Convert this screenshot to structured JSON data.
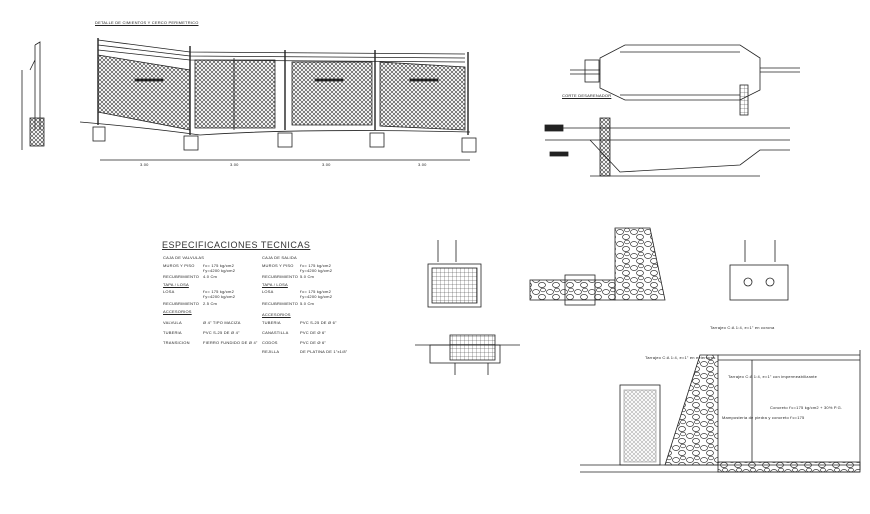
{
  "fence": {
    "title": "DETALLE DE CIMIENTOS Y CERCO PERIMETRICO",
    "dimensions": [
      "3.00",
      "3.00",
      "3.00",
      "3.00"
    ]
  },
  "specs": {
    "title": "ESPECIFICACIONES TECNICAS",
    "left": {
      "heading": "CAJA DE VALVULAS",
      "walls_label": "MUROS Y PISO",
      "walls_value_1": "f'c= 175 kg/cm2",
      "walls_value_2": "f'y=4200 kg/cm2",
      "cover_label": "RECUBRIMIENTO",
      "cover_value": "4.0 Cm",
      "lid_heading": "TAPA / LOSA",
      "lid_label": "LOSA",
      "lid_value_1": "f'c= 175 kg/cm2",
      "lid_value_2": "f'y=4200 kg/cm2",
      "lid_cover_label": "RECUBRIMIENTO",
      "lid_cover_value": "2.5 Cm",
      "acc_heading": "ACCESORIOS",
      "acc": [
        {
          "label": "VALVULA",
          "value": "Ø 4\" TIPO MACIZA"
        },
        {
          "label": "TUBERIA",
          "value": "PVC S-25 DE Ø 4\""
        },
        {
          "label": "TRANSICION",
          "value": "FIERRO FUNDIDO DE Ø 4\""
        }
      ]
    },
    "right": {
      "heading": "CAJA DE SALIDA",
      "walls_label": "MUROS Y PISO",
      "walls_value_1": "f'c= 175 kg/cm2",
      "walls_value_2": "f'y=4200 kg/cm2",
      "cover_label": "RECUBRIMIENTO",
      "cover_value": "5.0 Cm",
      "lid_heading": "TAPA / LOSA",
      "lid_label": "LOSA",
      "lid_value_1": "f'c= 175 kg/cm2",
      "lid_value_2": "f'y=4200 kg/cm2",
      "lid_cover_label": "RECUBRIMIENTO",
      "lid_cover_value": "5.0 Cm",
      "acc_heading": "ACCESORIOS",
      "acc": [
        {
          "label": "TUBERIA",
          "value": "PVC S-25 DE Ø 6\""
        },
        {
          "label": "CANASTILLA",
          "value": "PVC DE Ø 6\""
        },
        {
          "label": "CODOS",
          "value": "PVC DE Ø 6\""
        },
        {
          "label": "REJILLA",
          "value": "DE PLATINA DE 1\"x1/8\""
        }
      ]
    }
  },
  "plan": {
    "section_label": "CORTE DESARENADOR"
  },
  "wall_notes": [
    "Tarrajeo C:A 1:4, e=1\" en exteriores",
    "Tarrajeo C:A 1:4, e=1\" en corona",
    "Tarrajeo C:A 1:4, e=1\" con impermeabilizante",
    "Mamposteria de piedra y concreto f'c=175",
    "Concreto f'c=175 kg/cm2 + 30% P.G."
  ],
  "colors": {
    "line": "#222222",
    "background": "#ffffff"
  }
}
